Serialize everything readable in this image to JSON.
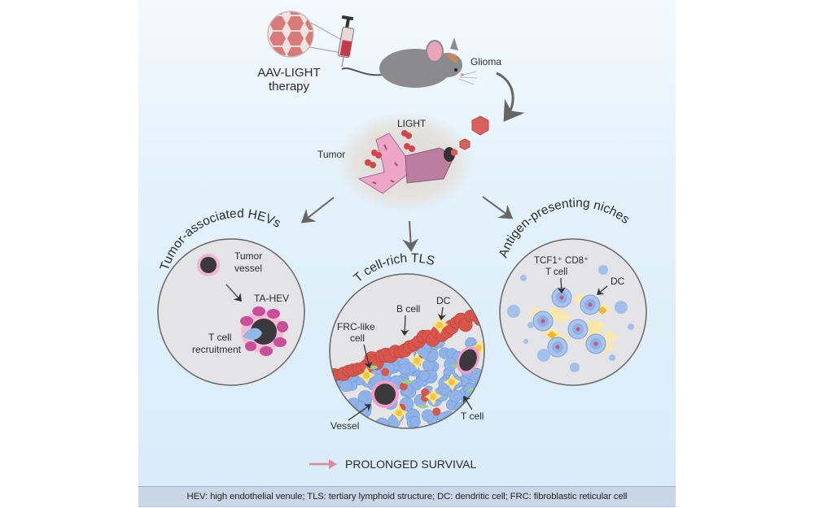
{
  "figure": {
    "therapy_label_line1": "AAV-LIGHT",
    "therapy_label_line2": "therapy",
    "glioma_label": "Glioma",
    "tumor_label": "Tumor",
    "light_label": "LIGHT",
    "panels": [
      {
        "title": "Tumor-associated HEVs",
        "labels": {
          "tumor_vessel_line1": "Tumor",
          "tumor_vessel_line2": "vessel",
          "ta_hev": "TA-HEV",
          "t_cell_line1": "T cell",
          "t_cell_line2": "recruitment"
        }
      },
      {
        "title": "T cell-rich TLS",
        "labels": {
          "b_cell": "B cell",
          "dc": "DC",
          "frc_line1": "FRC-like",
          "frc_line2": "cell",
          "vessel": "Vessel",
          "t_cell": "T cell"
        }
      },
      {
        "title": "Antigen-presenting niches",
        "labels": {
          "tcf_line1": "TCF1⁺ CD8⁺",
          "tcf_line2": "T cell",
          "dc": "DC"
        }
      }
    ],
    "outcome": "PROLONGED SURVIVAL",
    "footnote": "HEV: high endothelial venule; TLS: tertiary lymphoid structure; DC: dendritic cell; FRC: fibroblastic reticular cell",
    "colors": {
      "background": "#e3f1fb",
      "circle_fill": "#e4e4e6",
      "vessel_pink": "#e89ac0",
      "b_cell_red": "#d9564c",
      "t_cell_blue": "#8fb3e8",
      "dc_yellow": "#f3c53d",
      "outcome_arrow": "#d98a96"
    }
  }
}
